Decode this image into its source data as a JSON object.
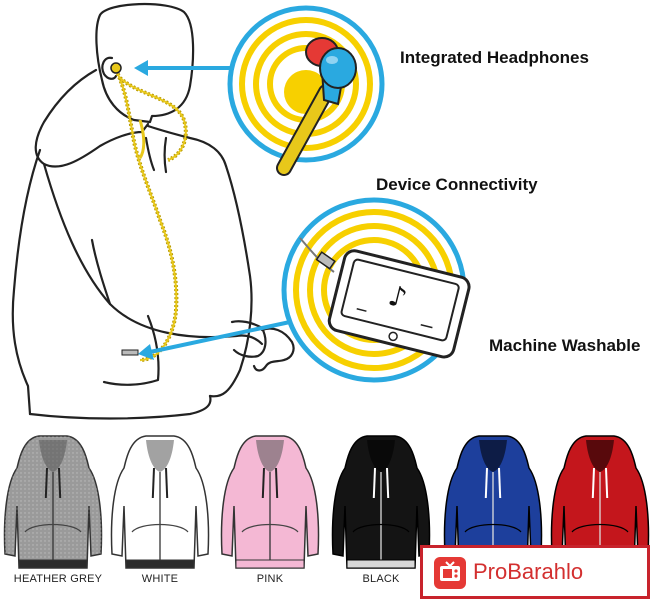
{
  "features": [
    {
      "label": "Integrated Headphones"
    },
    {
      "label": "Device Connectivity"
    },
    {
      "label": "Machine Washable"
    }
  ],
  "variants": [
    {
      "label": "HEATHER GREY",
      "color": "#9a9a9a"
    },
    {
      "label": "WHITE",
      "color": "#ffffff"
    },
    {
      "label": "PINK",
      "color": "#f4b8d4"
    },
    {
      "label": "BLACK",
      "color": "#141414"
    },
    {
      "label": "",
      "color": "#1d3f9c"
    },
    {
      "label": "",
      "color": "#c4161c"
    }
  ],
  "colors": {
    "accent_blue": "#2aa9e0",
    "ring_yellow": "#f7d000",
    "cable_yellow": "#e8c81a",
    "earbud_red": "#e53935",
    "earbud_blue": "#2aa9e0"
  },
  "watermark": {
    "text": "ProBarahlo",
    "icon": "tv-icon"
  }
}
